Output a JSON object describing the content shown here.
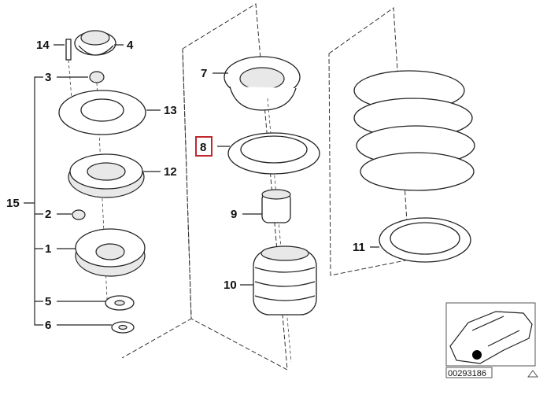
{
  "diagram": {
    "labels": {
      "p14": "14",
      "p4": "4",
      "p3": "3",
      "p13": "13",
      "p15": "15",
      "p2": "2",
      "p12": "12",
      "p1": "1",
      "p5": "5",
      "p6": "6",
      "p7": "7",
      "p8": "8",
      "p9": "9",
      "p10": "10",
      "p11": "11"
    },
    "highlighted_label": "8",
    "highlight_color": "#c0272d",
    "inset": {
      "id": "00293186",
      "marker_icon": "location-dot-icon",
      "corner_icon": "triangle-icon"
    }
  }
}
